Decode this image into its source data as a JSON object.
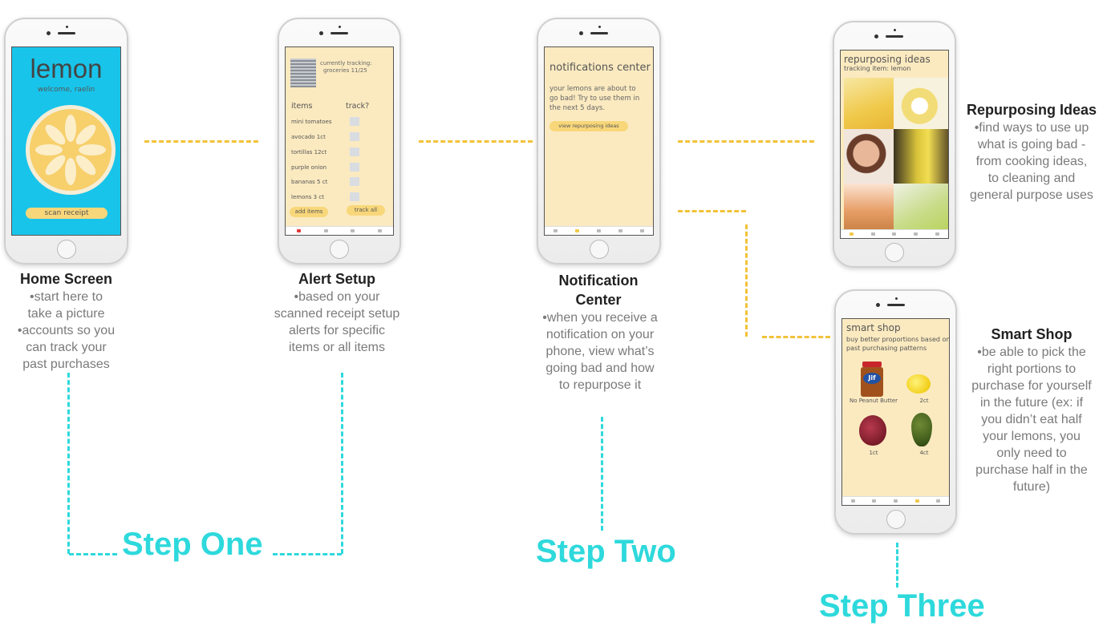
{
  "home": {
    "app_name": "lemon",
    "welcome": "welcome, raelin",
    "scan_button": "scan receipt",
    "caption_title": "Home Screen",
    "caption_lines": [
      "•start here to",
      "take a picture",
      "•accounts so you",
      "can track your",
      "past purchases"
    ]
  },
  "alert": {
    "tracking": "currently tracking:",
    "tracking_sub": "groceries 11/25",
    "col_items": "items",
    "col_track": "track?",
    "items": [
      "mini tomatoes",
      "avocado 1ct",
      "tortillas 12ct",
      "purple onion",
      "bananas 5 ct",
      "lemons 3 ct"
    ],
    "add_button": "add items",
    "track_all_button": "track all",
    "caption_title": "Alert Setup",
    "caption_lines": [
      "•based on your",
      "scanned receipt setup",
      "alerts for specific",
      "items or all items"
    ]
  },
  "notif": {
    "title": "notifications center",
    "body": "your lemons are about to go bad! Try to use them in the next 5 days.",
    "button": "view repurposing ideas",
    "caption_title_1": "Notification",
    "caption_title_2": "Center",
    "caption_lines": [
      "•when you receive a",
      "notification on your",
      "phone, view what’s",
      "going bad and how",
      "to repurpose it"
    ]
  },
  "repurpose": {
    "title": "repurposing ideas",
    "sub": "tracking item: lemon",
    "caption_title": "Repurposing Ideas",
    "caption_lines": [
      "•find ways to use up",
      "what is going bad -",
      "from cooking ideas,",
      "to cleaning and",
      "general purpose uses"
    ]
  },
  "smartshop": {
    "title": "smart shop",
    "sub": "buy better proportions based on past purchasing patterns",
    "jar_logo": "Jif",
    "products": [
      {
        "label": "No Peanut Butter"
      },
      {
        "label": "2ct"
      },
      {
        "label": "1ct"
      },
      {
        "label": "4ct"
      }
    ],
    "caption_title": "Smart Shop",
    "caption_lines": [
      "•be able to pick the",
      "right portions to",
      "purchase for yourself",
      "in the future (ex: if",
      "you didn’t eat half",
      "your lemons, you",
      "only need to",
      "purchase half in the",
      "future)"
    ]
  },
  "steps": {
    "one": "Step One",
    "two": "Step Two",
    "three": "Step Three"
  },
  "colors": {
    "accent_cyan": "#2ed9dc",
    "connector_yellow": "#f2c23a",
    "screen_cream": "#fbeac0",
    "home_blue": "#19c4ea"
  }
}
